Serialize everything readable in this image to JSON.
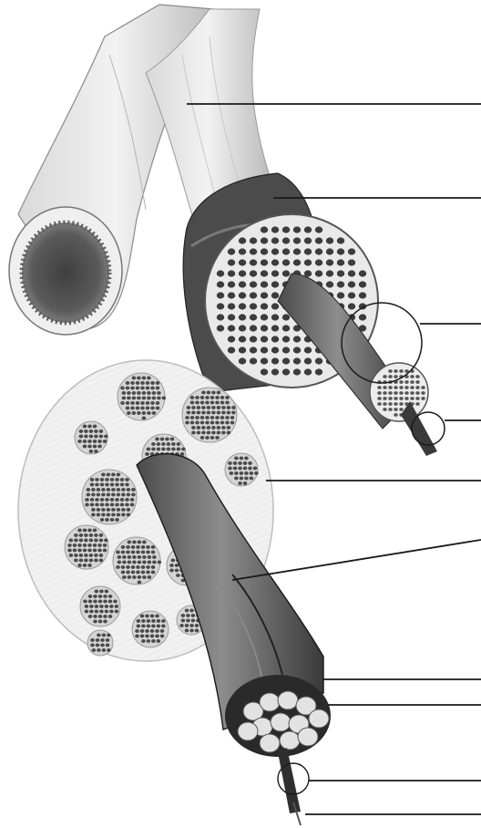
{
  "diagram": {
    "subject": "muscle-structure-illustration",
    "style": "grayscale-engraving",
    "colors": {
      "background": "#ffffff",
      "ink": "#1a1a1a",
      "light_tissue": "#ececec",
      "mid_tissue": "#b9b9b9",
      "dark_tissue": "#3a3a3a"
    },
    "leader_lines": [
      {
        "id": "tendon"
      },
      {
        "id": "epimysium"
      },
      {
        "id": "fascicle-circle"
      },
      {
        "id": "fiber-circle"
      },
      {
        "id": "fascicle-cross-section"
      },
      {
        "id": "perimysium"
      },
      {
        "id": "muscle-fiber"
      },
      {
        "id": "myofibril"
      },
      {
        "id": "endomysium-circle"
      },
      {
        "id": "myofilament"
      }
    ]
  }
}
